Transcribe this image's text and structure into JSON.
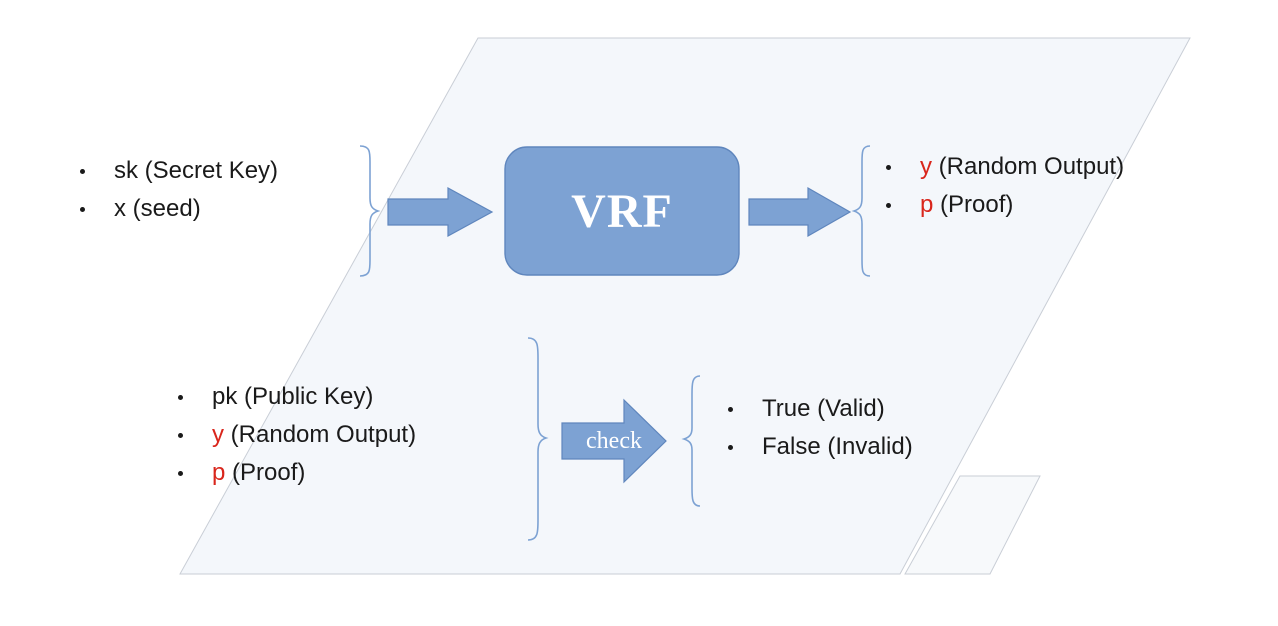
{
  "vrf_box": {
    "label": "VRF"
  },
  "check_arrow": {
    "label": "check"
  },
  "vrf_inputs": [
    {
      "symbol": "",
      "text": "sk (Secret Key)"
    },
    {
      "symbol": "",
      "text": "x (seed)"
    }
  ],
  "vrf_outputs": [
    {
      "symbol": "y",
      "text": " (Random Output)"
    },
    {
      "symbol": "p",
      "text": " (Proof)"
    }
  ],
  "verify_inputs": [
    {
      "symbol": "",
      "text": "pk (Public Key)"
    },
    {
      "symbol": "y",
      "text": " (Random Output)"
    },
    {
      "symbol": "p",
      "text": " (Proof)"
    }
  ],
  "verify_outputs": [
    {
      "symbol": "",
      "text": "True (Valid)"
    },
    {
      "symbol": "",
      "text": "False (Invalid)"
    }
  ],
  "colors": {
    "accent_blue": "#7da2d3",
    "accent_border": "#5f86bd",
    "highlight_red": "#d9261c",
    "background_plane": "#f4f7fb"
  }
}
